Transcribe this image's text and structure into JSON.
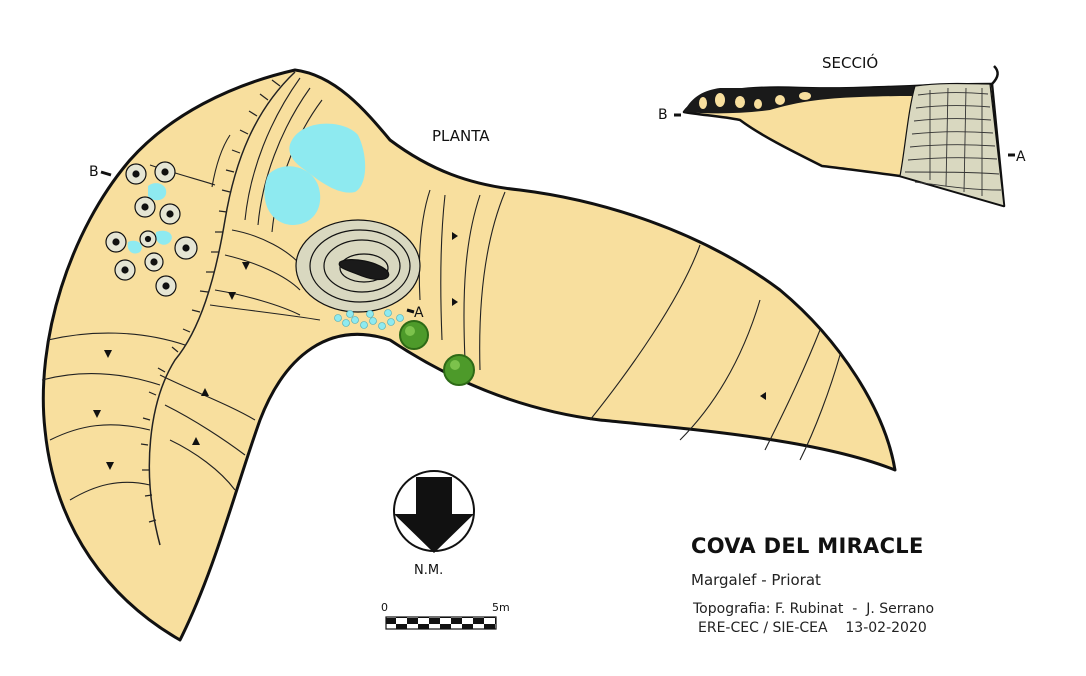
{
  "labels": {
    "planta": "PLANTA",
    "seccio": "SECCIÓ",
    "point_b_plan": "B",
    "point_a_plan": "A",
    "point_b_section": "B",
    "point_a_section": "A",
    "north": "N.M."
  },
  "scale": {
    "start": "0",
    "end": "5m"
  },
  "title": "COVA DEL MIRACLE",
  "location": "Margalef - Priorat",
  "credits": {
    "topography": "Topografia: F. Rubinat  -  J. Serrano",
    "group_date": "ERE-CEC / SIE-CEA    13-02-2020"
  },
  "colors": {
    "rock": "#f8df9e",
    "water": "#8eeaf0",
    "column": "#d9d8c0",
    "outline": "#111111",
    "bush": "#4d9a2a"
  },
  "icons": [
    "flowstone-rosette-icon",
    "pool-icon",
    "bush-icon",
    "north-arrow-icon",
    "slope-arrow-icon"
  ]
}
